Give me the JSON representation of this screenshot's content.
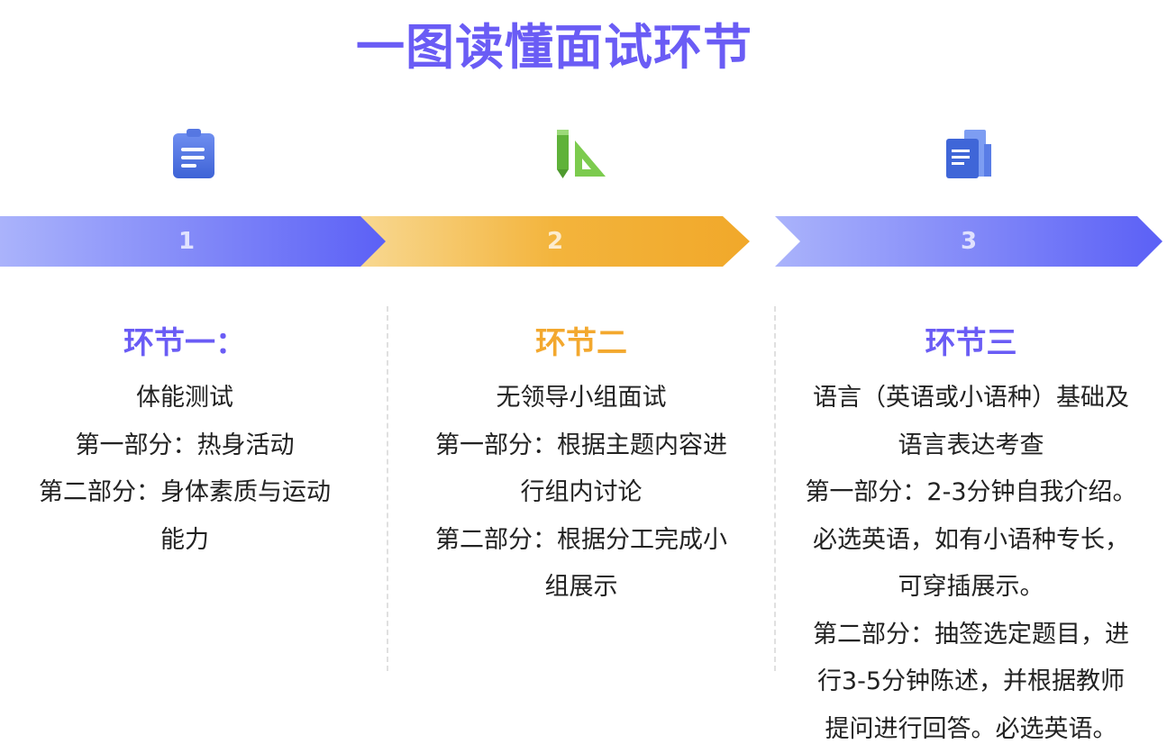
{
  "page_title": "一图读懂面试环节",
  "colors": {
    "purple": "#6a5cf5",
    "orange": "#f3a82e",
    "blue": "#4c74dd",
    "green": "#6cc04a"
  },
  "stages": [
    {
      "icon": "clipboard-icon",
      "number": "1",
      "heading": "环节一：",
      "lines": [
        "体能测试",
        "第一部分：热身活动",
        "第二部分：身体素质与运动",
        "能力"
      ]
    },
    {
      "icon": "ruler-pencil-icon",
      "number": "2",
      "heading": "环节二",
      "lines": [
        "无领导小组面试",
        "第一部分：根据主题内容进",
        "行组内讨论",
        "第二部分：根据分工完成小",
        "组展示"
      ]
    },
    {
      "icon": "document-stack-icon",
      "number": "3",
      "heading": "环节三",
      "lines": [
        "语言（英语或小语种）基础及",
        "语言表达考查",
        "第一部分：2-3分钟自我介绍。",
        "必选英语，如有小语种专长，",
        "可穿插展示。",
        "第二部分：抽签选定题目，进",
        "行3-5分钟陈述，并根据教师",
        "提问进行回答。必选英语。"
      ]
    }
  ]
}
